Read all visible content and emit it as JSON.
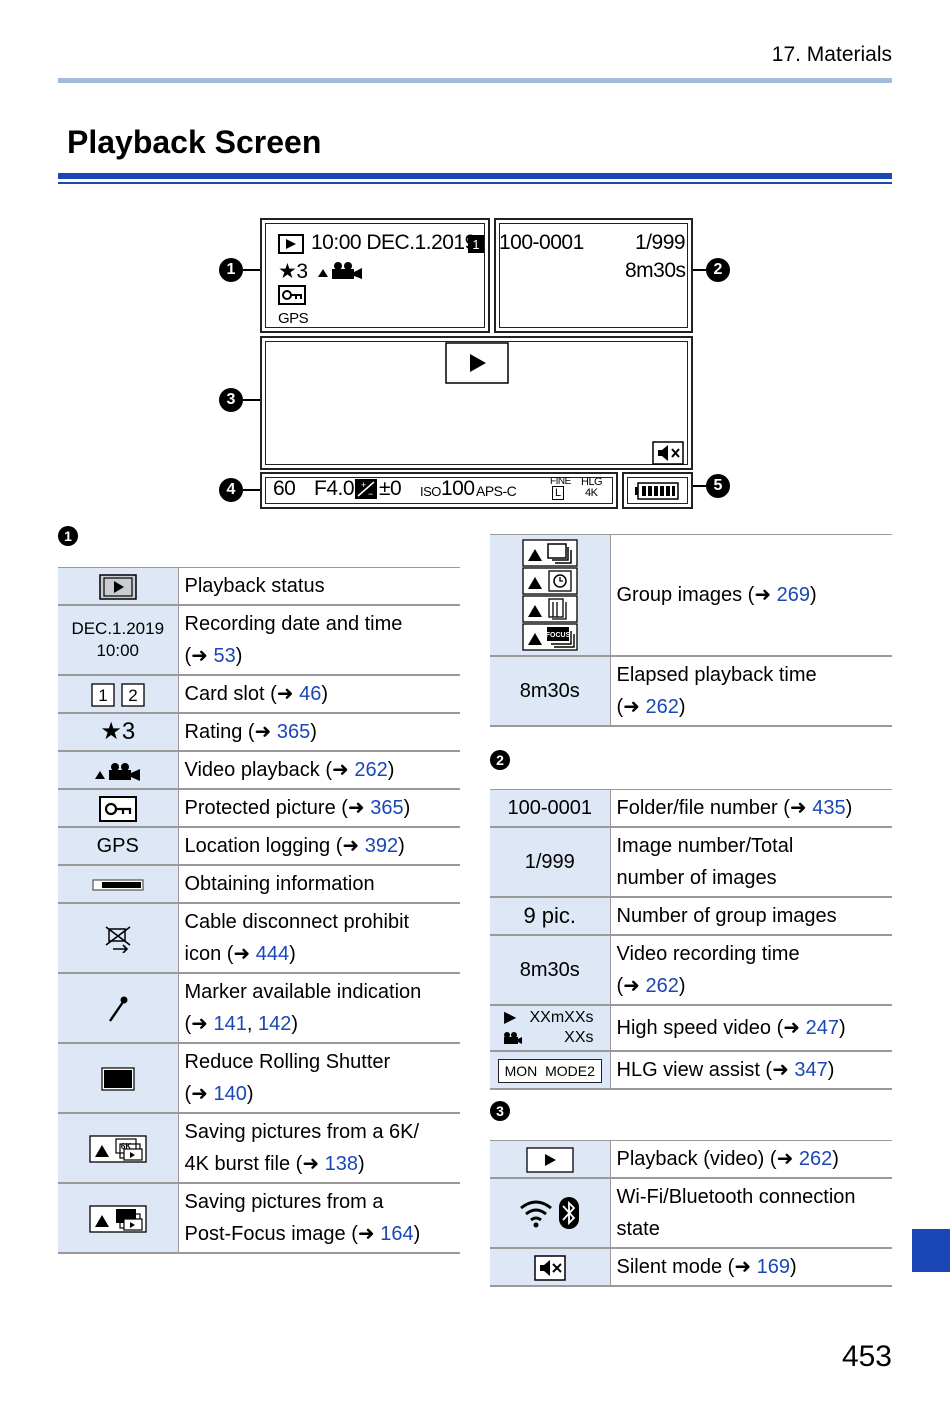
{
  "header": {
    "chapter": "17. Materials",
    "title": "Playback Screen",
    "page_number": "453"
  },
  "diagram": {
    "callouts": [
      "1",
      "2",
      "3",
      "4",
      "5"
    ],
    "time_date": "10:00 DEC.1.2019",
    "rating": "★3",
    "gps": "GPS",
    "file_number": "100-0001",
    "image_count": "1/999",
    "elapsed": "8m30s",
    "shutter": "60",
    "aperture": "F4.0",
    "exposure": "±0",
    "iso_label": "ISO",
    "iso_value": "100",
    "aps_c": "APS-C",
    "fine_label": "FINE",
    "fine_size": "L",
    "hlg_label": "HLG",
    "hlg_4k": "4K"
  },
  "section1": {
    "marker": "1",
    "rows": [
      {
        "icon": "play-status-icon",
        "desc": "Playback status",
        "refs": []
      },
      {
        "icon_text": "DEC.1.2019\n10:00",
        "desc": "Recording date and time",
        "refs": [
          "53"
        ]
      },
      {
        "icon_text": "1 2",
        "desc": "Card slot",
        "refs": [
          "46"
        ]
      },
      {
        "icon_text": "★3",
        "desc": "Rating",
        "refs": [
          "365"
        ]
      },
      {
        "icon": "video-playback-icon",
        "desc": "Video playback",
        "refs": [
          "262"
        ]
      },
      {
        "icon": "protect-icon",
        "desc": "Protected picture",
        "refs": [
          "365"
        ]
      },
      {
        "icon_text": "GPS",
        "desc": "Location logging",
        "refs": [
          "392"
        ]
      },
      {
        "icon": "obtaining-info-icon",
        "desc": "Obtaining information",
        "refs": []
      },
      {
        "icon": "cable-prohibit-icon",
        "desc_line1": "Cable disconnect prohibit",
        "desc_line2": "icon",
        "refs": [
          "444"
        ]
      },
      {
        "icon": "marker-icon",
        "desc_line1": "Marker available indication",
        "refs": [
          "141",
          "142"
        ]
      },
      {
        "icon": "rolling-shutter-icon",
        "desc_line1": "Reduce Rolling Shutter",
        "refs": [
          "140"
        ]
      },
      {
        "icon": "6k-burst-icon",
        "desc_line1": "Saving pictures from a 6K/",
        "desc_line2": "4K burst file",
        "refs": [
          "138"
        ]
      },
      {
        "icon": "post-focus-icon",
        "desc_line1": "Saving pictures from a",
        "desc_line2": "Post-Focus image",
        "refs": [
          "164"
        ]
      }
    ]
  },
  "right_top": {
    "group_desc": "Group images",
    "group_ref": "269",
    "elapsed_icon": "8m30s",
    "elapsed_desc": "Elapsed playback time",
    "elapsed_ref": "262"
  },
  "section2": {
    "marker": "2",
    "rows": [
      {
        "icon_text": "100-0001",
        "desc": "Folder/file number",
        "ref": "435"
      },
      {
        "icon_text": "1/999",
        "desc_line1": "Image number/Total",
        "desc_line2": "number of images"
      },
      {
        "icon_text": "9 pic.",
        "desc": "Number of group images"
      },
      {
        "icon_text": "8m30s",
        "desc_line1": "Video recording time",
        "ref": "262"
      },
      {
        "icon_text1": "XXmXXs",
        "icon_text2": "XXs",
        "desc": "High speed video",
        "ref": "247"
      },
      {
        "icon_text1": "MON",
        "icon_text2": "MODE2",
        "desc": "HLG view assist",
        "ref": "347"
      }
    ]
  },
  "section3": {
    "marker": "3",
    "rows": [
      {
        "icon": "play-video-icon",
        "desc": "Playback (video)",
        "ref": "262"
      },
      {
        "icon": "wifi-bluetooth-icon",
        "desc_line1": "Wi-Fi/Bluetooth connection",
        "desc_line2": "state"
      },
      {
        "icon": "silent-mode-icon",
        "desc": "Silent mode",
        "ref": "169"
      }
    ]
  },
  "arrow": "➜",
  "colors": {
    "link": "#1a46b6",
    "icon_cell": "#dde7f5",
    "rule": "#a3bcdc"
  }
}
